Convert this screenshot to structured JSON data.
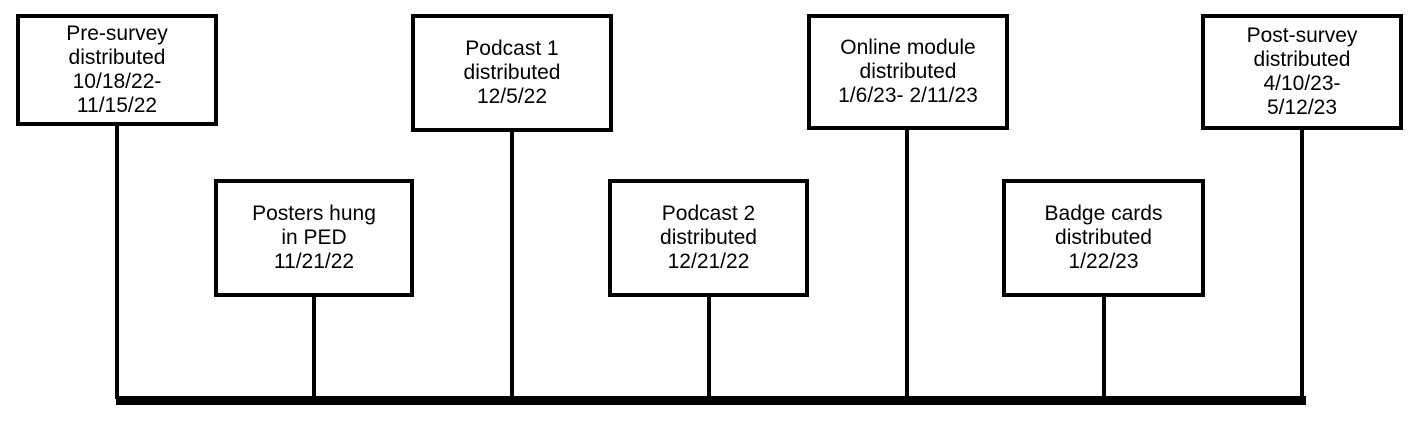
{
  "events": [
    {
      "lines": [
        "Pre-survey",
        "distributed",
        "10/18/22-",
        "11/15/22"
      ]
    },
    {
      "lines": [
        "Posters hung",
        "in PED",
        "11/21/22"
      ]
    },
    {
      "lines": [
        "Podcast 1",
        "distributed",
        "12/5/22"
      ]
    },
    {
      "lines": [
        "Podcast 2",
        "distributed",
        "12/21/22"
      ]
    },
    {
      "lines": [
        "Online module",
        "distributed",
        "1/6/23- 2/11/23"
      ]
    },
    {
      "lines": [
        "Badge cards",
        "distributed",
        "1/22/23"
      ]
    },
    {
      "lines": [
        "Post-survey",
        "distributed",
        "4/10/23-",
        "5/12/23"
      ]
    }
  ]
}
